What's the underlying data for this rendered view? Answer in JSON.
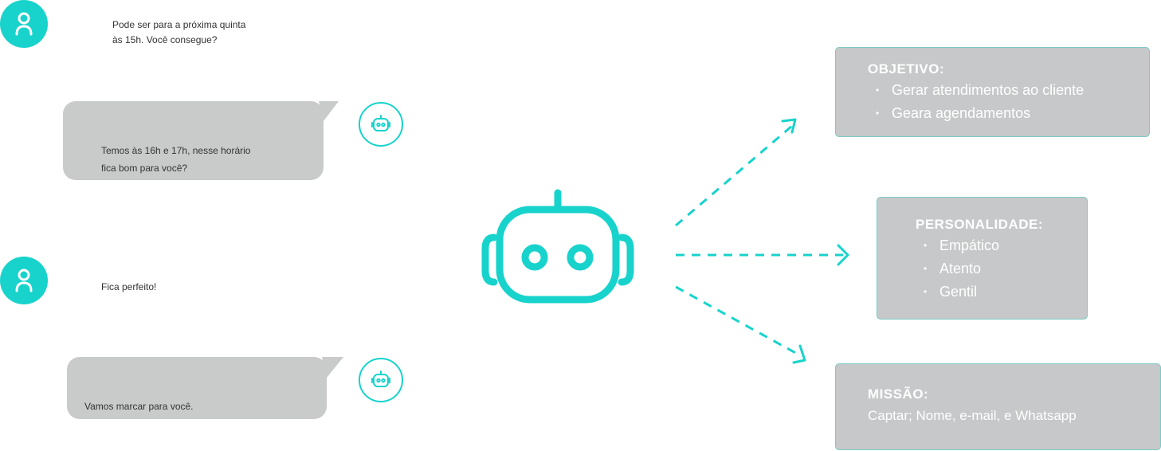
{
  "conversation": {
    "user_message_1": "Pode ser para a próxima quinta\nàs 15h. Você consegue?",
    "bot_message_1": "Temos às 16h e 17h, nesse horário\nfica bom para você?",
    "user_message_2": "Fica perfeito!",
    "bot_message_2": "Vamos marcar para você."
  },
  "objetivo": {
    "title": "OBJETIVO:",
    "items": [
      "Gerar atendimentos ao cliente",
      "Geara agendamentos"
    ]
  },
  "personalidade": {
    "title": "PERSONALIDADE:",
    "items": [
      "Empático",
      "Atento",
      "Gentil"
    ]
  },
  "missao": {
    "title": "MISSÃO:",
    "text": "Captar; Nome, e-mail, e Whatsapp"
  },
  "colors": {
    "accent": "#17d3cc",
    "bubble": "#c9caca",
    "card": "#c6c8c9"
  }
}
